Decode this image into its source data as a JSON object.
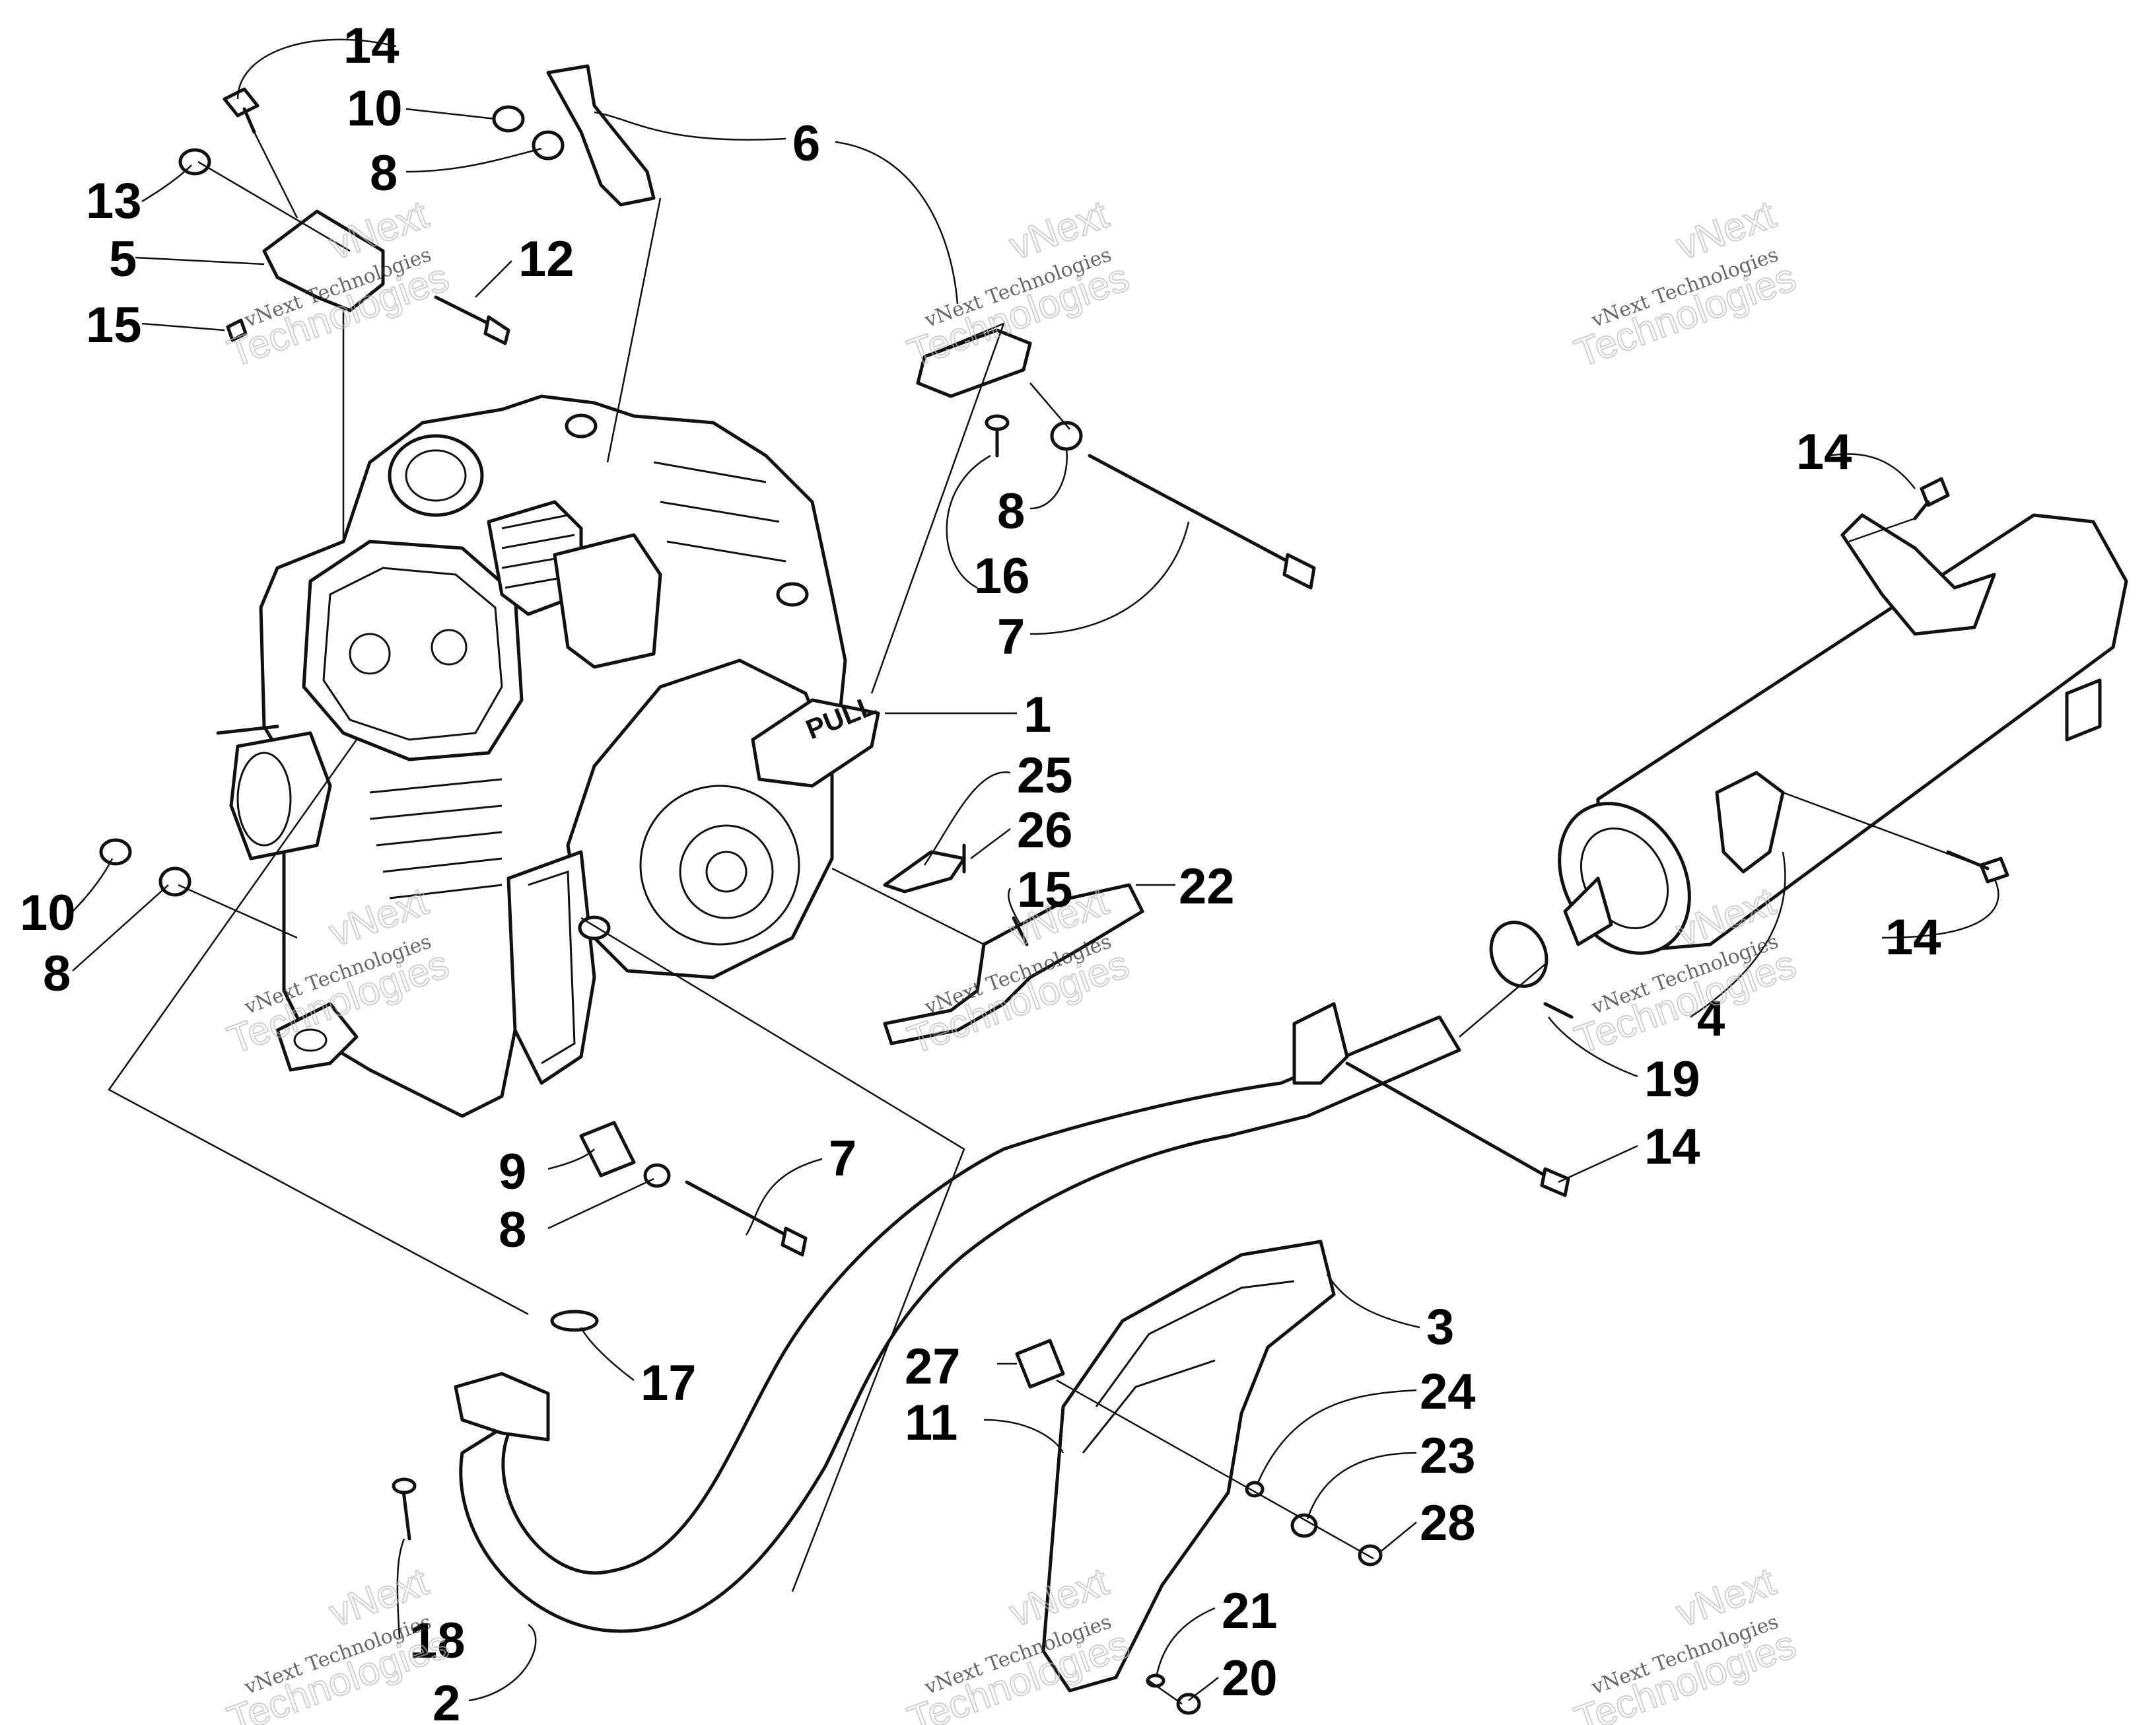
{
  "watermark": {
    "line_small": "vNext Technologies",
    "line_big_1": "vNext",
    "line_big_2": "Technologies"
  },
  "embossed_text": {
    "pull_handle": "PULL"
  },
  "callouts": [
    {
      "id": "c14a",
      "label": "14"
    },
    {
      "id": "c10a",
      "label": "10"
    },
    {
      "id": "c8a",
      "label": "8"
    },
    {
      "id": "c6",
      "label": "6"
    },
    {
      "id": "c13",
      "label": "13"
    },
    {
      "id": "c5",
      "label": "5"
    },
    {
      "id": "c12",
      "label": "12"
    },
    {
      "id": "c15a",
      "label": "15"
    },
    {
      "id": "c14b",
      "label": "14"
    },
    {
      "id": "c8b",
      "label": "8"
    },
    {
      "id": "c16",
      "label": "16"
    },
    {
      "id": "c7a",
      "label": "7"
    },
    {
      "id": "c1",
      "label": "1"
    },
    {
      "id": "c25",
      "label": "25"
    },
    {
      "id": "c26",
      "label": "26"
    },
    {
      "id": "c15b",
      "label": "15"
    },
    {
      "id": "c22",
      "label": "22"
    },
    {
      "id": "c10b",
      "label": "10"
    },
    {
      "id": "c8c",
      "label": "8"
    },
    {
      "id": "c14c",
      "label": "14"
    },
    {
      "id": "c4",
      "label": "4"
    },
    {
      "id": "c19",
      "label": "19"
    },
    {
      "id": "c14d",
      "label": "14"
    },
    {
      "id": "c9",
      "label": "9"
    },
    {
      "id": "c8d",
      "label": "8"
    },
    {
      "id": "c7b",
      "label": "7"
    },
    {
      "id": "c3",
      "label": "3"
    },
    {
      "id": "c17",
      "label": "17"
    },
    {
      "id": "c27",
      "label": "27"
    },
    {
      "id": "c24",
      "label": "24"
    },
    {
      "id": "c11",
      "label": "11"
    },
    {
      "id": "c23",
      "label": "23"
    },
    {
      "id": "c28",
      "label": "28"
    },
    {
      "id": "c18",
      "label": "18"
    },
    {
      "id": "c21",
      "label": "21"
    },
    {
      "id": "c2",
      "label": "2"
    },
    {
      "id": "c20",
      "label": "20"
    }
  ]
}
